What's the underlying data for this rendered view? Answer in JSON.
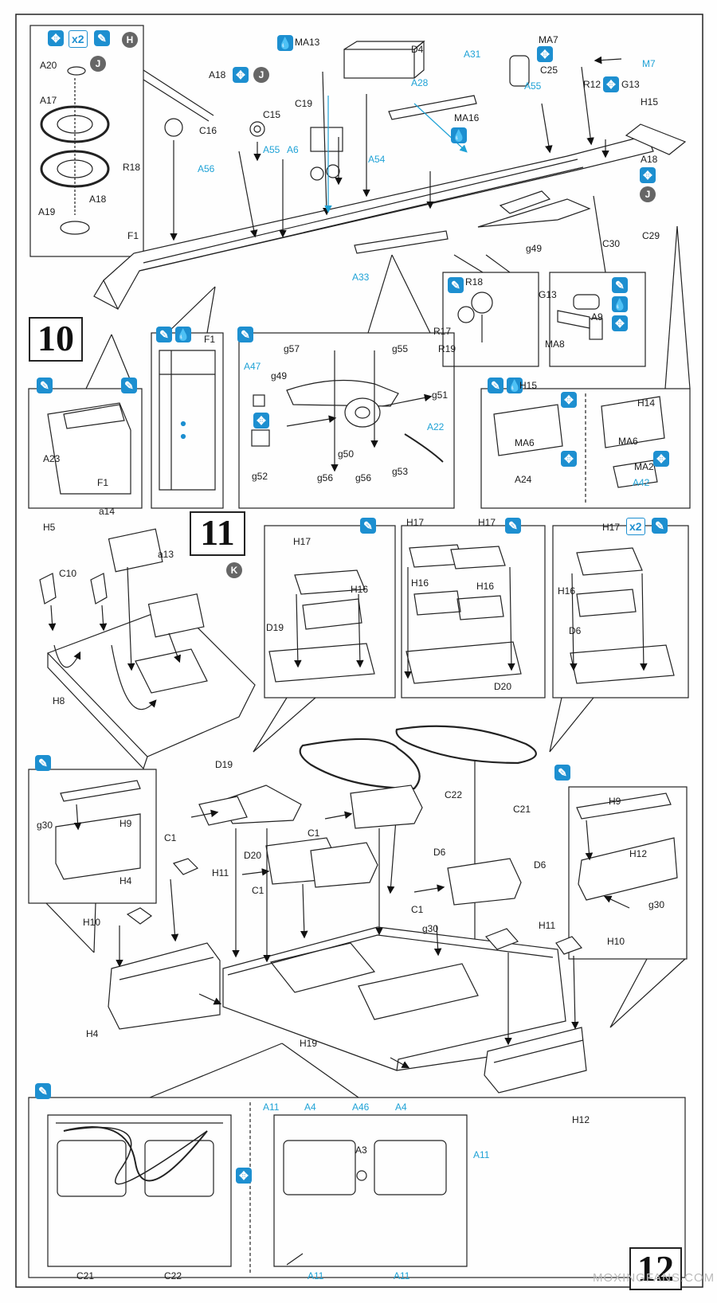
{
  "steps": {
    "s10": "10",
    "s11": "11",
    "s12": "12"
  },
  "badges": {
    "H": "H",
    "J": "J",
    "K": "K"
  },
  "icons": {
    "multiplier": "x2",
    "glue": "glue-icon",
    "paint": "paint-drop-icon",
    "optional": "optional-icon"
  },
  "labels": {
    "A20": "A20",
    "A17": "A17",
    "A19": "A19",
    "A18": "A18",
    "R18": "R18",
    "F1": "F1",
    "A56": "A56",
    "C16": "C16",
    "C15": "C15",
    "A55": "A55",
    "A6": "A6",
    "C19": "C19",
    "MA13": "MA13",
    "D4": "D4",
    "A28": "A28",
    "A31": "A31",
    "MA16": "MA16",
    "A54": "A54",
    "MA7": "MA7",
    "C25": "C25",
    "M7": "M7",
    "R12": "R12",
    "G13": "G13",
    "H15": "H15",
    "C30": "C30",
    "C29": "C29",
    "g49": "g49",
    "A33": "A33",
    "R17": "R17",
    "R19": "R19",
    "A9": "A9",
    "MA8": "MA8",
    "A23": "A23",
    "g57": "g57",
    "g55": "g55",
    "A47": "A47",
    "g51": "g51",
    "A22": "A22",
    "g50": "g50",
    "g52": "g52",
    "g56": "g56",
    "g53": "g53",
    "H14": "H14",
    "MA6": "MA6",
    "MA2": "MA2",
    "A24": "A24",
    "A42": "A42",
    "H5": "H5",
    "a14": "a14",
    "a13": "a13",
    "C10": "C10",
    "H8": "H8",
    "H17": "H17",
    "H16": "H16",
    "D19": "D19",
    "D20": "D20",
    "D6": "D6",
    "C22": "C22",
    "C21": "C21",
    "C1": "C1",
    "H9": "H9",
    "g30": "g30",
    "H4": "H4",
    "H11": "H11",
    "H10": "H10",
    "H12": "H12",
    "H19": "H19",
    "A11": "A11",
    "A4": "A4",
    "A46": "A46",
    "A3": "A3"
  },
  "colors": {
    "accent": "#1d8fd0",
    "label_blue": "#1fa2d6",
    "line": "#222222"
  },
  "watermark": "MOXINGFANS.COM"
}
